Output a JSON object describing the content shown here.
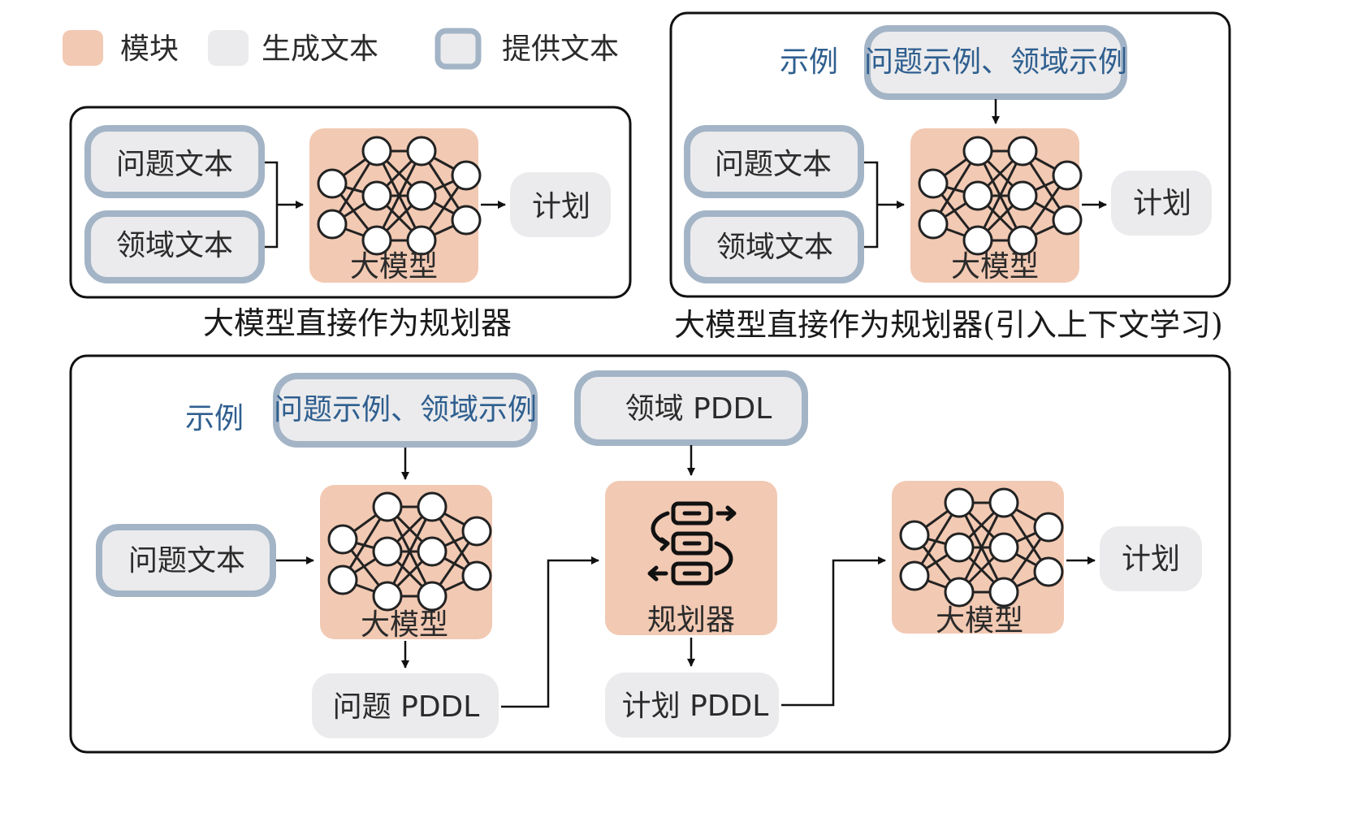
{
  "legend": {
    "module": "模块",
    "generated_text": "生成文本",
    "provided_text": "提供文本"
  },
  "panel_a": {
    "problem_text": "问题文本",
    "domain_text": "领域文本",
    "llm": "大模型",
    "plan": "计划",
    "caption": "大模型直接作为规划器"
  },
  "panel_b": {
    "examples_label": "示例",
    "examples": "问题示例、领域示例",
    "problem_text": "问题文本",
    "domain_text": "领域文本",
    "llm": "大模型",
    "plan": "计划",
    "caption": "大模型直接作为规划器(引入上下文学习)"
  },
  "panel_c": {
    "examples_label": "示例",
    "examples": "问题示例、领域示例",
    "domain_pddl": "领域 PDDL",
    "problem_text": "问题文本",
    "llm_1": "大模型",
    "planner": "规划器",
    "llm_2": "大模型",
    "plan": "计划",
    "problem_pddl": "问题 PDDL",
    "plan_pddl": "计划 PDDL"
  },
  "colors": {
    "module_fill": "#f2c9b3",
    "generated_fill": "#ebebed",
    "provided_fill": "#ebebed",
    "provided_border": "#a3b4c6",
    "label_blue": "#2f5f8f"
  }
}
